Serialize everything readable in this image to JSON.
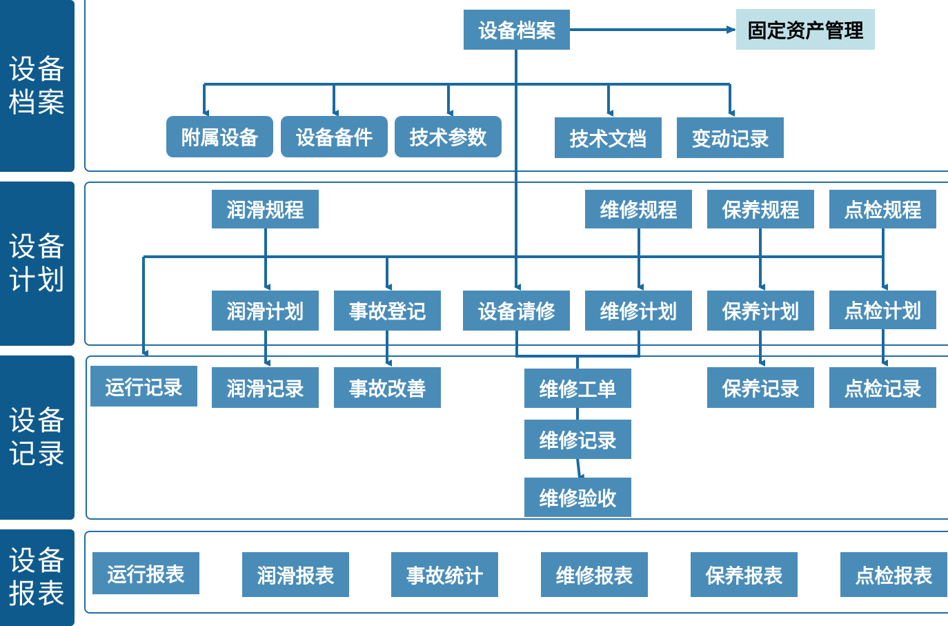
{
  "sections": {
    "archive": [
      "设备",
      "档案"
    ],
    "plan": [
      "设备",
      "计划"
    ],
    "record": [
      "设备",
      "记录"
    ],
    "report": [
      "设备",
      "报表"
    ]
  },
  "archive_row": {
    "root": "设备档案",
    "asset": "固定资产管理",
    "children": [
      "附属设备",
      "设备备件",
      "技术参数",
      "技术文档",
      "变动记录"
    ]
  },
  "procedures": {
    "lubrication": "润滑规程",
    "repair": "维修规程",
    "maintenance": "保养规程",
    "inspection": "点检规程"
  },
  "plans": {
    "lubrication": "润滑计划",
    "accident": "事故登记",
    "repair_request": "设备请修",
    "repair": "维修计划",
    "maintenance": "保养计划",
    "inspection": "点检计划"
  },
  "records": {
    "operation": "运行记录",
    "lubrication": "润滑记录",
    "accident_improve": "事故改善",
    "work_order": "维修工单",
    "repair_record": "维修记录",
    "repair_accept": "维修验收",
    "maintenance": "保养记录",
    "inspection": "点检记录"
  },
  "reports": [
    "运行报表",
    "润滑报表",
    "事故统计",
    "维修报表",
    "保养报表",
    "点检报表"
  ],
  "colors": {
    "sidebar": "#0f5a8c",
    "node": "#4a8cb8",
    "node_highlight": "#bfe0e6",
    "connector": "#1a6aa0"
  }
}
